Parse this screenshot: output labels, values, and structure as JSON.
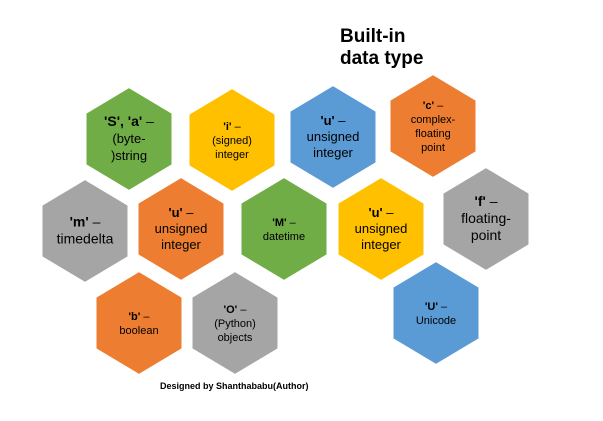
{
  "title": {
    "line1": "Built-in",
    "line2": "data type"
  },
  "credit": "Designed by Shanthababu(Author)",
  "colors": {
    "green": "#70AD47",
    "yellow": "#FFC000",
    "blue": "#5B9BD5",
    "orange": "#ED7D31",
    "gray": "#A5A5A5"
  },
  "hexagons": [
    {
      "id": "bytestring",
      "color": "green",
      "lines": [
        [
          "'S', 'a'",
          " –"
        ],
        [
          "(byte-",
          ""
        ],
        [
          ")string",
          ""
        ]
      ]
    },
    {
      "id": "signed-integer",
      "color": "yellow",
      "lines": [
        [
          "'i'",
          " –"
        ],
        [
          "(signed)",
          ""
        ],
        [
          "integer",
          ""
        ]
      ]
    },
    {
      "id": "unsigned-integer-blue",
      "color": "blue",
      "lines": [
        [
          "'u'",
          " –"
        ],
        [
          "unsigned",
          ""
        ],
        [
          "integer",
          ""
        ]
      ]
    },
    {
      "id": "complex-floating-point",
      "color": "orange",
      "lines": [
        [
          "'c'",
          " –"
        ],
        [
          "complex-",
          ""
        ],
        [
          "floating",
          ""
        ],
        [
          "point",
          ""
        ]
      ]
    },
    {
      "id": "timedelta",
      "color": "gray",
      "lines": [
        [
          "'m'",
          " –"
        ],
        [
          "timedelta",
          ""
        ]
      ]
    },
    {
      "id": "unsigned-integer-orange",
      "color": "orange",
      "lines": [
        [
          "'u'",
          " –"
        ],
        [
          "unsigned",
          ""
        ],
        [
          "integer",
          ""
        ]
      ]
    },
    {
      "id": "datetime",
      "color": "green",
      "lines": [
        [
          "'M'",
          " –"
        ],
        [
          "datetime",
          ""
        ]
      ]
    },
    {
      "id": "unsigned-integer-yellow",
      "color": "yellow",
      "lines": [
        [
          "'u'",
          " –"
        ],
        [
          "unsigned",
          ""
        ],
        [
          "integer",
          ""
        ]
      ]
    },
    {
      "id": "floating-point",
      "color": "gray",
      "lines": [
        [
          "'f'",
          " –"
        ],
        [
          "floating-",
          ""
        ],
        [
          "point",
          ""
        ]
      ]
    },
    {
      "id": "boolean",
      "color": "orange",
      "lines": [
        [
          "'b'",
          " –"
        ],
        [
          "boolean",
          ""
        ]
      ]
    },
    {
      "id": "python-objects",
      "color": "gray",
      "lines": [
        [
          "'O'",
          " –"
        ],
        [
          "(Python)",
          ""
        ],
        [
          "objects",
          ""
        ]
      ]
    },
    {
      "id": "unicode",
      "color": "blue",
      "lines": [
        [
          "'U'",
          " –"
        ],
        [
          "Unicode",
          ""
        ]
      ]
    }
  ]
}
